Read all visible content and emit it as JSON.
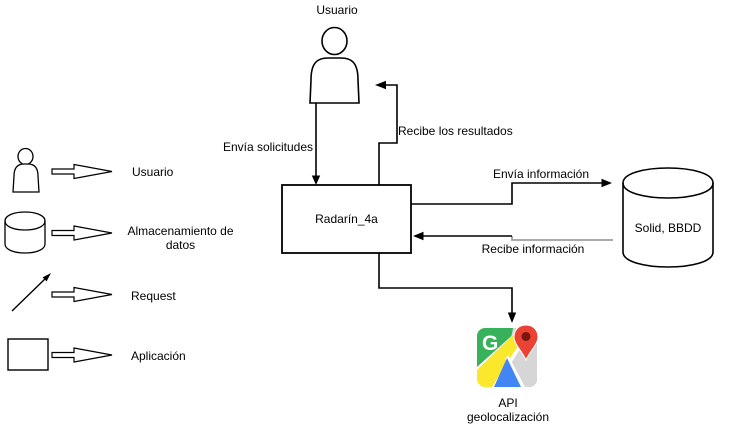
{
  "diagram": {
    "nodes": {
      "user": {
        "label": "Usuario"
      },
      "app": {
        "label": "Radarín_4a"
      },
      "db": {
        "label": "Solid, BBDD"
      },
      "api": {
        "label": "API geolocalización"
      }
    },
    "edges": {
      "send_requests": {
        "label": "Envía solicitudes"
      },
      "receive_results": {
        "label": "Recibe los resultados"
      },
      "send_info": {
        "label": "Envía información"
      },
      "receive_info": {
        "label": "Recibe información"
      }
    },
    "legend": {
      "items": [
        {
          "icon": "person-icon",
          "label": "Usuario"
        },
        {
          "icon": "cylinder-icon",
          "label": "Almacenamiento de datos"
        },
        {
          "icon": "arrow-icon",
          "label": "Request"
        },
        {
          "icon": "rectangle-icon",
          "label": "Aplicación"
        }
      ]
    },
    "maps_icon": {
      "g_letter": "G"
    },
    "colors": {
      "stroke": "#000000",
      "muted_line": "#9e9e9e",
      "maps_green": "#37b15a",
      "maps_blue": "#4285f4",
      "maps_yellow": "#fbe72c",
      "maps_gray": "#d6d6d6",
      "maps_red": "#ea4335",
      "maps_dark_red": "#7a150d"
    }
  }
}
